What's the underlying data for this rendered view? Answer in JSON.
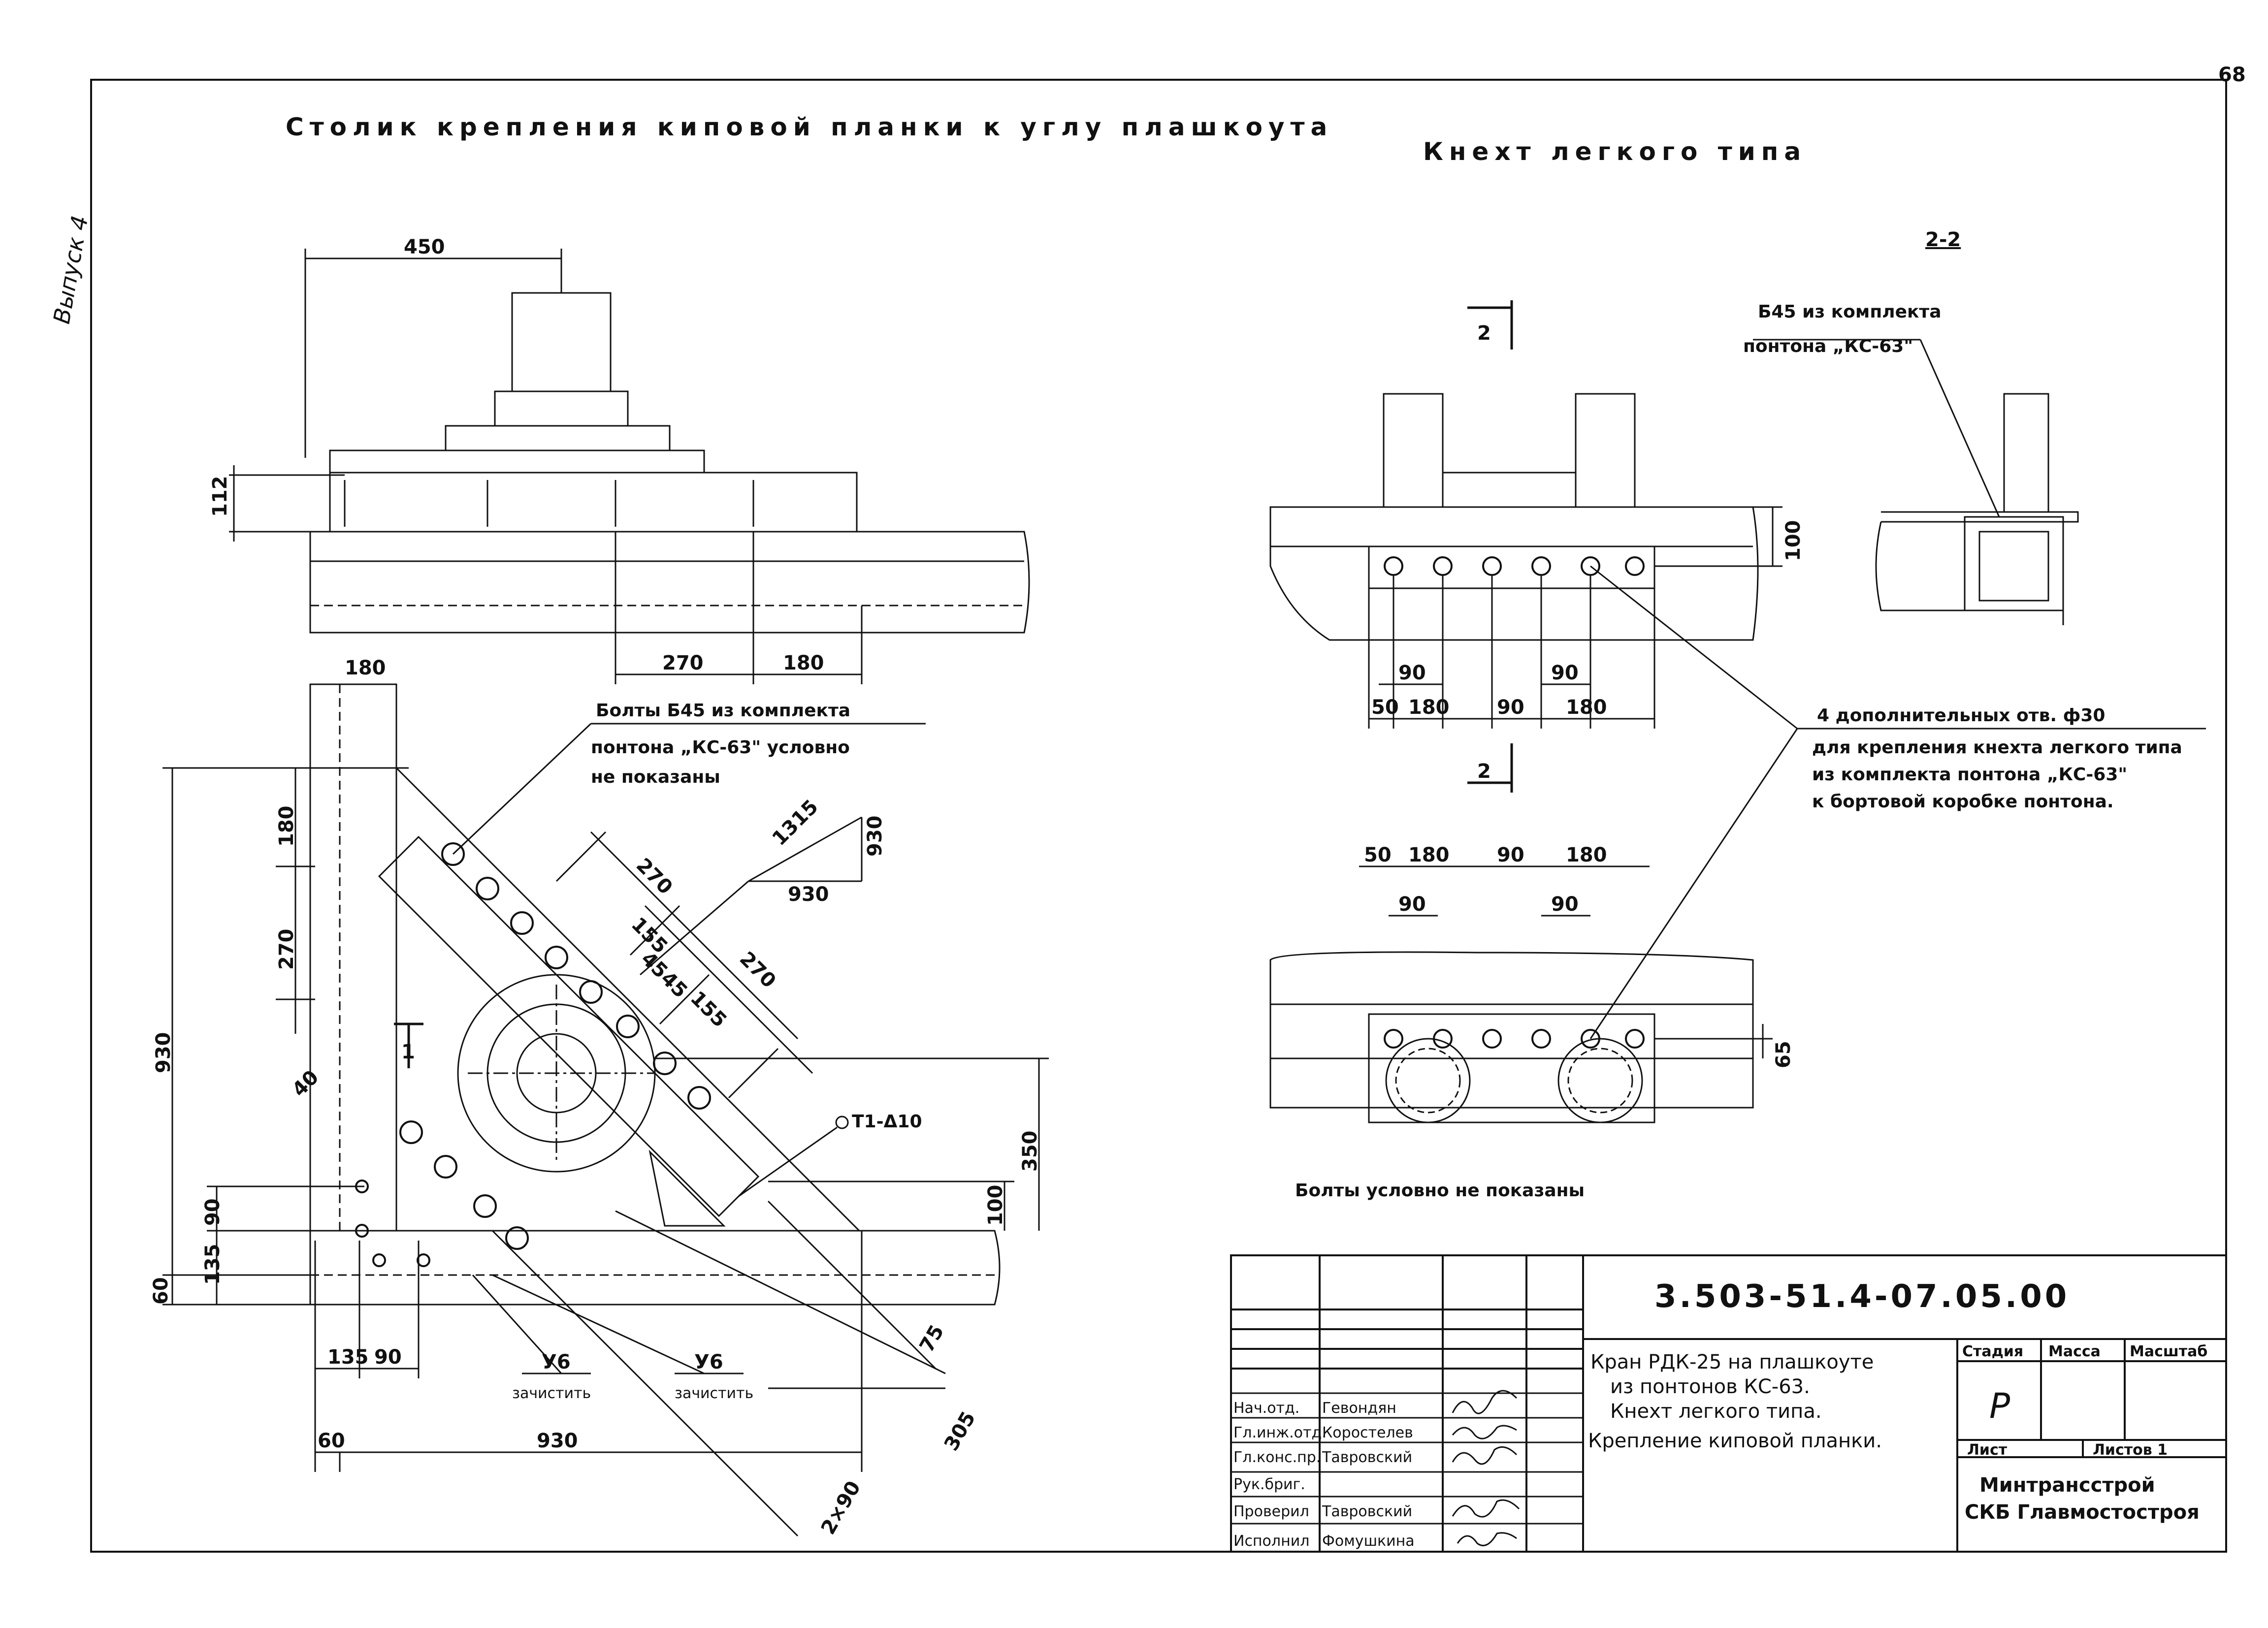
{
  "sheet_number": "68",
  "vertical_label": "Выпуск 4",
  "left_view": {
    "title": "Столик крепления киповой планки к углу плашкоута",
    "dims_top": {
      "d450": "450",
      "d112": "112",
      "d270": "270",
      "d180": "180"
    },
    "dims_plan": {
      "d180_top": "180",
      "d180_left": "180",
      "d270_left": "270",
      "d930_left": "930",
      "d350": "350",
      "d100": "100",
      "d90": "90",
      "d135": "135",
      "d60": "60",
      "d40": "40",
      "d1315": "1315",
      "d930_a": "930",
      "d930_b": "930",
      "d270_a": "270",
      "d155_a": "155",
      "d45_a": "45",
      "d45_b": "45",
      "d155_b": "155",
      "d270_b": "270",
      "d75": "75",
      "d305": "305",
      "d2x90": "2×90",
      "d135_b": "135",
      "d90_b": "90",
      "d60_b": "60",
      "d930_bottom": "930"
    },
    "section_mark": "1",
    "bolts_note_1": "Болты Б45 из комплекта",
    "bolts_note_2": "понтона „КС-63\" условно",
    "bolts_note_3": "не показаны",
    "weld_mark": "Т1-Δ10",
    "weld_1": "У6",
    "weld_1_note": "зачистить",
    "weld_2": "У6",
    "weld_2_note": "зачистить"
  },
  "right_view": {
    "title": "Кнехт легкого типа",
    "section_label": "2-2",
    "cut_mark_top": "2",
    "cut_mark_bottom": "2",
    "b45_note_1": "Б45 из комплекта",
    "b45_note_2": "понтона „КС-63\"",
    "dims_front": {
      "d100": "100",
      "d90_a": "90",
      "d90_b": "90",
      "d50": "50",
      "d180_a": "180",
      "d90_c": "90",
      "d180_b": "180"
    },
    "dims_plan": {
      "d50": "50",
      "d180_a": "180",
      "d90_a": "90",
      "d180_b": "180",
      "d90_b": "90",
      "d90_c": "90",
      "d65": "65"
    },
    "holes_note_1": "4 дополнительных отв. ф30",
    "holes_note_2": "для крепления кнехта легкого типа",
    "holes_note_3": "из комплекта понтона „КС-63\"",
    "holes_note_4": "к бортовой коробке понтона.",
    "bolts_note": "Болты условно не показаны"
  },
  "title_block": {
    "doc_code": "3.503-51.4-07.05.00",
    "name_line_1": "Кран РДК-25 на плашкоуте",
    "name_line_2": "из понтонов КС-63.",
    "name_line_3": "Кнехт легкого типа.",
    "name_line_4": "Крепление киповой планки.",
    "stage_header": "Стадия",
    "mass_header": "Масса",
    "scale_header": "Масштаб",
    "stage_value": "Р",
    "sheet_label": "Лист",
    "sheets_label": "Листов 1",
    "org_1": "Минтрансстрой",
    "org_2": "СКБ Главмостостроя",
    "rows": [
      {
        "role": "Нач.отд.",
        "name": "Гевондян"
      },
      {
        "role": "Гл.инж.отд.",
        "name": "Коростелев"
      },
      {
        "role": "Гл.конс.пр.",
        "name": "Тавровский"
      },
      {
        "role": "Рук.бриг.",
        "name": ""
      },
      {
        "role": "Проверил",
        "name": "Тавровский"
      },
      {
        "role": "Исполнил",
        "name": "Фомушкина"
      }
    ]
  }
}
